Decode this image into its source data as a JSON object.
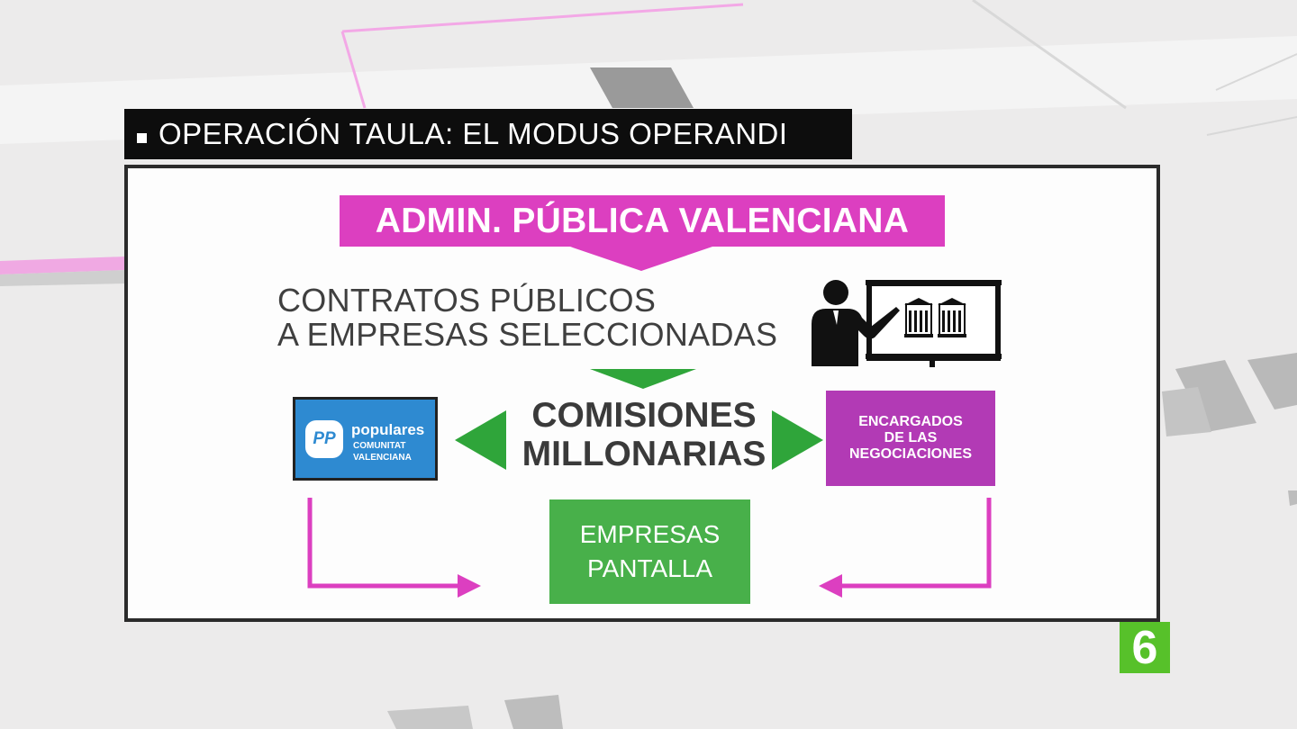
{
  "header": {
    "title": "OPERACIÓN TAULA: EL MODUS OPERANDI"
  },
  "diagram": {
    "top_box": "ADMIN. PÚBLICA VALENCIANA",
    "contracts_line1": "CONTRATOS PÚBLICOS",
    "contracts_line2": "A EMPRESAS SELECCIONADAS",
    "commissions_line1": "COMISIONES",
    "commissions_line2": "MILLONARIAS",
    "party_logo": {
      "mark": "PP",
      "name": "populares",
      "sub1": "COMUNITAT",
      "sub2": "VALENCIANA"
    },
    "negotiators_line1": "ENCARGADOS",
    "negotiators_line2": "DE LAS",
    "negotiators_line3": "NEGOCIACIONES",
    "shell_companies_line1": "EMPRESAS",
    "shell_companies_line2": "PANTALLA"
  },
  "channel_logo": "6",
  "colors": {
    "magenta": "#dc3fc0",
    "purple": "#b23ab5",
    "green": "#48b04a",
    "arrow_green": "#2fa53a",
    "pp_blue": "#2e8ad1",
    "channel_green": "#57c12a"
  },
  "icons": [
    "presenter-icon",
    "building-icon",
    "arrow-icon"
  ]
}
